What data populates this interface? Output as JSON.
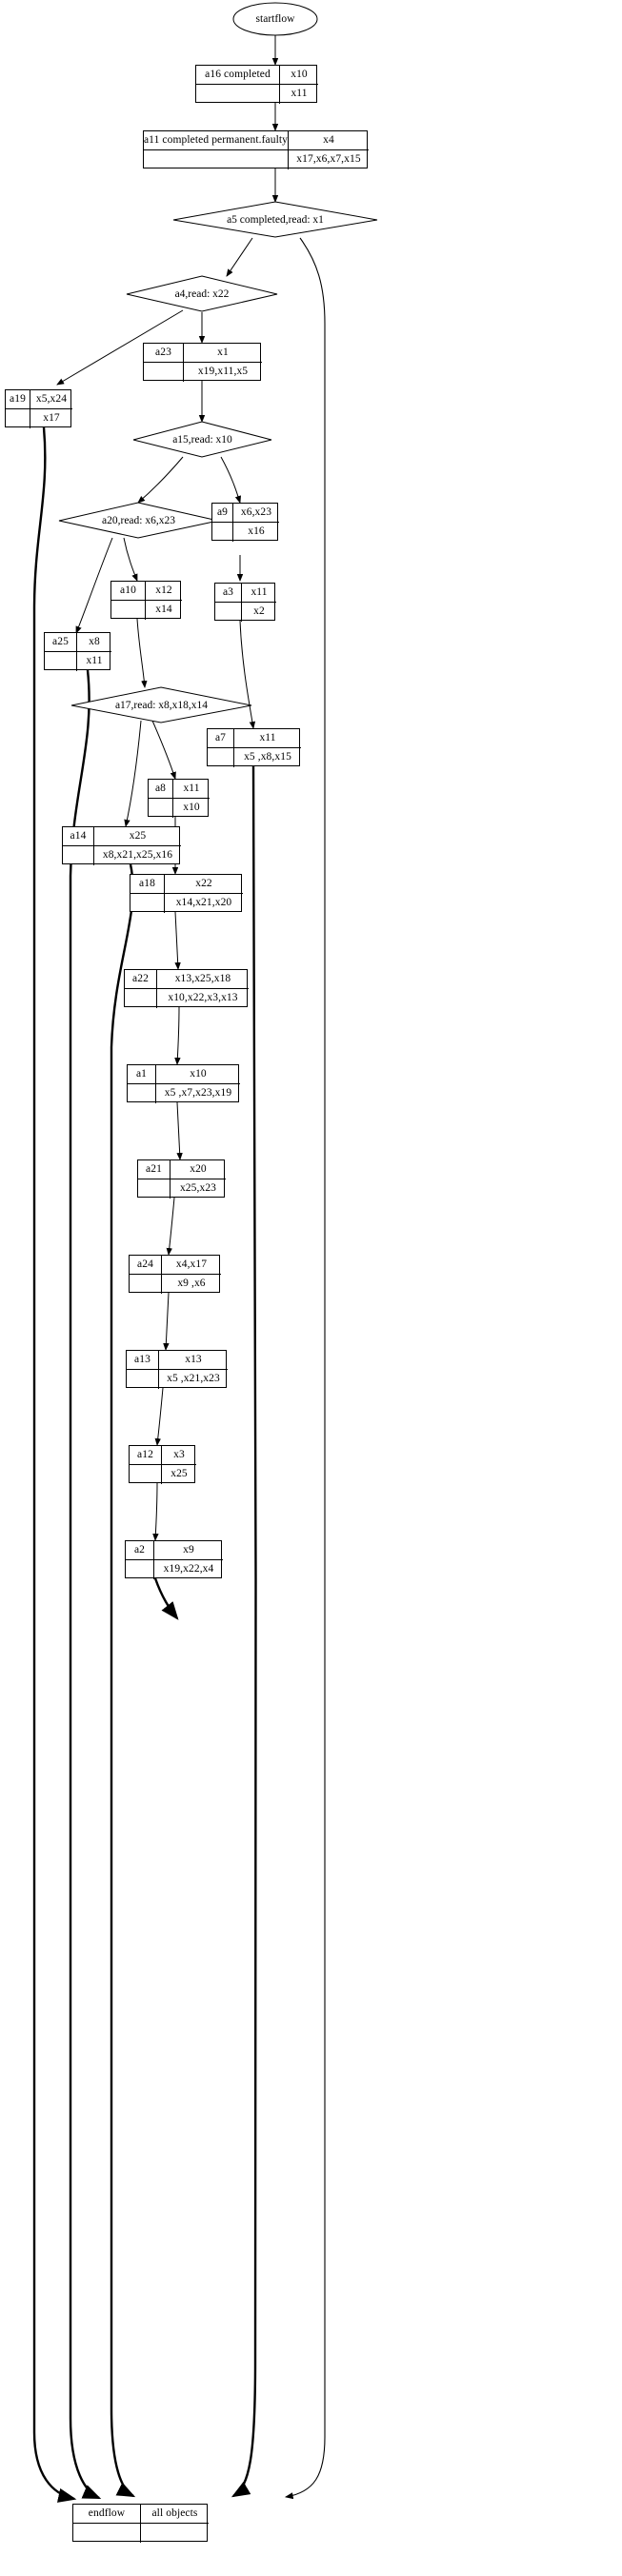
{
  "graph": {
    "title": "flow graph",
    "bgcolor": "#ffffff",
    "linecolor": "#000000",
    "nodes": {
      "startflow": {
        "label": "startflow",
        "shape": "ellipse"
      },
      "endflow": {
        "c1": "endflow",
        "c2": "all objects",
        "c3": "",
        "c4": ""
      },
      "a16": {
        "c1": "a16 completed",
        "c2": "x10",
        "c3": "",
        "c4": "x11"
      },
      "a11": {
        "c1": "a11  completed permanent.faulty",
        "c2": "x4",
        "c3": "",
        "c4": "x17,x6,x7,x15"
      },
      "a5": {
        "label": "a5 completed,read: x1",
        "shape": "diamond"
      },
      "a4": {
        "label": "a4,read: x22",
        "shape": "diamond"
      },
      "a23": {
        "c1": "a23",
        "c2": "x1",
        "c3": "",
        "c4": "x19,x11,x5"
      },
      "a19": {
        "c1": "a19",
        "c2": "x5,x24",
        "c3": "",
        "c4": "x17"
      },
      "a15": {
        "label": "a15,read: x10",
        "shape": "diamond"
      },
      "a20": {
        "label": "a20,read: x6,x23",
        "shape": "diamond"
      },
      "a9": {
        "c1": "a9",
        "c2": "x6,x23",
        "c3": "",
        "c4": "x16"
      },
      "a10": {
        "c1": "a10",
        "c2": "x12",
        "c3": "",
        "c4": "x14"
      },
      "a3": {
        "c1": "a3",
        "c2": "x11",
        "c3": "",
        "c4": "x2"
      },
      "a25": {
        "c1": "a25",
        "c2": "x8",
        "c3": "",
        "c4": "x11"
      },
      "a17": {
        "label": "a17,read: x8,x18,x14",
        "shape": "diamond"
      },
      "a7": {
        "c1": "a7",
        "c2": "x11",
        "c3": "",
        "c4": "x5 ,x8,x15"
      },
      "a8": {
        "c1": "a8",
        "c2": "x11",
        "c3": "",
        "c4": "x10"
      },
      "a14": {
        "c1": "a14",
        "c2": "x25",
        "c3": "",
        "c4": "x8,x21,x25,x16"
      },
      "a18": {
        "c1": "a18",
        "c2": "x22",
        "c3": "",
        "c4": "x14,x21,x20"
      },
      "a22": {
        "c1": "a22",
        "c2": "x13,x25,x18",
        "c3": "",
        "c4": "x10,x22,x3,x13"
      },
      "a1": {
        "c1": "a1",
        "c2": "x10",
        "c3": "",
        "c4": "x5 ,x7,x23,x19"
      },
      "a21": {
        "c1": "a21",
        "c2": "x20",
        "c3": "",
        "c4": "x25,x23"
      },
      "a24": {
        "c1": "a24",
        "c2": "x4,x17",
        "c3": "",
        "c4": "x9 ,x6"
      },
      "a13": {
        "c1": "a13",
        "c2": "x13",
        "c3": "",
        "c4": "x5 ,x21,x23"
      },
      "a12": {
        "c1": "a12",
        "c2": "x3",
        "c3": "",
        "c4": "x25"
      },
      "a2": {
        "c1": "a2",
        "c2": "x9",
        "c3": "",
        "c4": "x19,x22,x4"
      }
    },
    "edges": [
      {
        "from": "startflow",
        "to": "a16"
      },
      {
        "from": "a16",
        "to": "a11"
      },
      {
        "from": "a11",
        "to": "a5"
      },
      {
        "from": "a5",
        "to": "a4"
      },
      {
        "from": "a5",
        "to": "endflow"
      },
      {
        "from": "a4",
        "to": "a23"
      },
      {
        "from": "a4",
        "to": "a19"
      },
      {
        "from": "a23",
        "to": "a15"
      },
      {
        "from": "a19",
        "to": "endflow"
      },
      {
        "from": "a15",
        "to": "a20"
      },
      {
        "from": "a15",
        "to": "a9"
      },
      {
        "from": "a20",
        "to": "a10"
      },
      {
        "from": "a20",
        "to": "a25"
      },
      {
        "from": "a9",
        "to": "a3"
      },
      {
        "from": "a3",
        "to": "a7"
      },
      {
        "from": "a25",
        "to": "endflow"
      },
      {
        "from": "a10",
        "to": "a17"
      },
      {
        "from": "a17",
        "to": "a8"
      },
      {
        "from": "a17",
        "to": "a14"
      },
      {
        "from": "a7",
        "to": "endflow"
      },
      {
        "from": "a8",
        "to": "a18"
      },
      {
        "from": "a14",
        "to": "endflow"
      },
      {
        "from": "a18",
        "to": "a22"
      },
      {
        "from": "a22",
        "to": "a1"
      },
      {
        "from": "a1",
        "to": "a21"
      },
      {
        "from": "a21",
        "to": "a24"
      },
      {
        "from": "a24",
        "to": "a13"
      },
      {
        "from": "a13",
        "to": "a12"
      },
      {
        "from": "a12",
        "to": "a2"
      },
      {
        "from": "a2",
        "to": "endflow"
      }
    ]
  }
}
